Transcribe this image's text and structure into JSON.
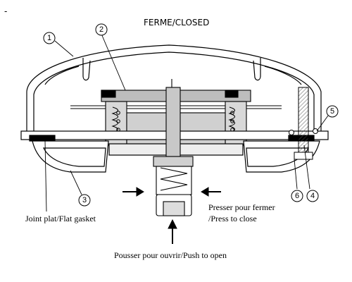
{
  "title": "FERME/CLOSED",
  "callouts": [
    "1",
    "2",
    "3",
    "4",
    "5",
    "6"
  ],
  "labels": {
    "gasket": "Joint plat/Flat gasket",
    "press_fr": "Presser pour fermer",
    "press_en": "/Press to close",
    "push": "Pousser pour ouvrir/Push to open"
  },
  "corner_mark": "-"
}
